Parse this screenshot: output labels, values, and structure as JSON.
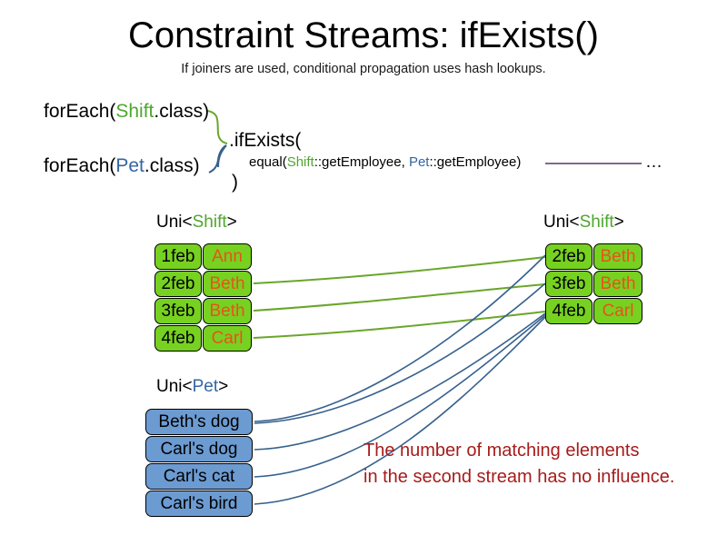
{
  "slide": {
    "title": "Constraint Streams: ifExists()",
    "subtitle": "If joiners are used, conditional propagation uses hash lookups."
  },
  "colors": {
    "shift_green": "#4ea72e",
    "pet_blue": "#3465a4",
    "box_green_fill": "#77d121",
    "box_blue_fill": "#6c9bd2",
    "name_orange": "#e8531a",
    "note_red": "#a61c1c",
    "wire_green": "#6aa62a",
    "wire_blue": "#36618e",
    "tail_purple": "#7d6a8c"
  },
  "code": {
    "foreach_shift": {
      "prefix": "forEach(",
      "type": "Shift",
      "suffix": ".class)"
    },
    "foreach_pet": {
      "prefix": "forEach(",
      "type": "Pet",
      "suffix": ".class)"
    },
    "if_exists": ".ifExists(",
    "equal": {
      "prefix": "equal(",
      "type_a": "Shift",
      "mid": "::getEmployee, ",
      "type_b": "Pet",
      "suffix": "::getEmployee)"
    },
    "close_paren": ")",
    "ellipsis": "…"
  },
  "streams": {
    "left_shift": {
      "label_prefix": "Uni<",
      "label_type": "Shift",
      "label_suffix": ">",
      "rows": [
        {
          "date": "1feb",
          "name": "Ann"
        },
        {
          "date": "2feb",
          "name": "Beth"
        },
        {
          "date": "3feb",
          "name": "Beth"
        },
        {
          "date": "4feb",
          "name": "Carl"
        }
      ]
    },
    "right_shift": {
      "label_prefix": "Uni<",
      "label_type": "Shift",
      "label_suffix": ">",
      "rows": [
        {
          "date": "2feb",
          "name": "Beth"
        },
        {
          "date": "3feb",
          "name": "Beth"
        },
        {
          "date": "4feb",
          "name": "Carl"
        }
      ]
    },
    "pet": {
      "label_prefix": "Uni<",
      "label_type": "Pet",
      "label_suffix": ">",
      "rows": [
        {
          "name": "Beth's dog"
        },
        {
          "name": "Carl's dog"
        },
        {
          "name": "Carl's cat"
        },
        {
          "name": "Carl's bird"
        }
      ]
    }
  },
  "note": {
    "line1": "The number of matching elements",
    "line2": "in the second stream has no influence."
  }
}
